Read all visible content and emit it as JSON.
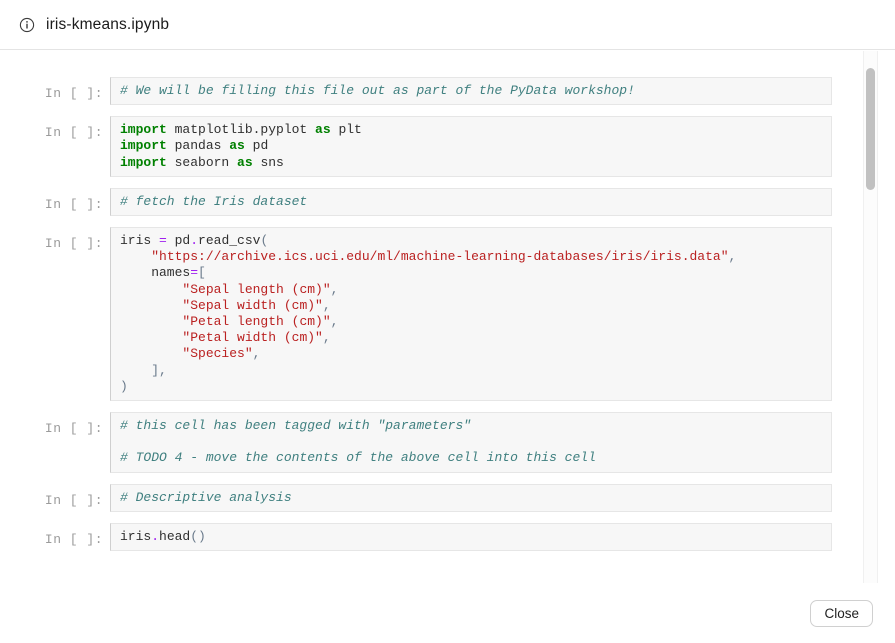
{
  "titlebar": {
    "icon": "info-circle-icon",
    "title": "iris-kmeans.ipynb"
  },
  "notebook": {
    "prompt_label": "In [ ]:",
    "cells": [
      {
        "id": "cell-comment-workshop",
        "prompt": "In [ ]:",
        "lines": [
          [
            {
              "t": "comment",
              "s": "# We will be filling this file out as part of the PyData workshop!"
            }
          ]
        ]
      },
      {
        "id": "cell-imports",
        "prompt": "In [ ]:",
        "lines": [
          [
            {
              "t": "kw",
              "s": "import"
            },
            {
              "t": "plain",
              "s": " matplotlib.pyplot "
            },
            {
              "t": "kw",
              "s": "as"
            },
            {
              "t": "plain",
              "s": " plt"
            }
          ],
          [
            {
              "t": "kw",
              "s": "import"
            },
            {
              "t": "plain",
              "s": " pandas "
            },
            {
              "t": "kw",
              "s": "as"
            },
            {
              "t": "plain",
              "s": " pd"
            }
          ],
          [
            {
              "t": "kw",
              "s": "import"
            },
            {
              "t": "plain",
              "s": " seaborn "
            },
            {
              "t": "kw",
              "s": "as"
            },
            {
              "t": "plain",
              "s": " sns"
            }
          ]
        ]
      },
      {
        "id": "cell-comment-fetch",
        "prompt": "In [ ]:",
        "lines": [
          [
            {
              "t": "comment",
              "s": "# fetch the Iris dataset"
            }
          ]
        ]
      },
      {
        "id": "cell-read-csv",
        "prompt": "In [ ]:",
        "lines": [
          [
            {
              "t": "plain",
              "s": "iris "
            },
            {
              "t": "op",
              "s": "="
            },
            {
              "t": "plain",
              "s": " pd"
            },
            {
              "t": "op",
              "s": "."
            },
            {
              "t": "plain",
              "s": "read_csv"
            },
            {
              "t": "punct",
              "s": "("
            }
          ],
          [
            {
              "t": "plain",
              "s": "    "
            },
            {
              "t": "str",
              "s": "\"https://archive.ics.uci.edu/ml/machine-learning-databases/iris/iris.data\""
            },
            {
              "t": "punct",
              "s": ","
            }
          ],
          [
            {
              "t": "plain",
              "s": "    names"
            },
            {
              "t": "op",
              "s": "="
            },
            {
              "t": "punct",
              "s": "["
            }
          ],
          [
            {
              "t": "plain",
              "s": "        "
            },
            {
              "t": "str",
              "s": "\"Sepal length (cm)\""
            },
            {
              "t": "punct",
              "s": ","
            }
          ],
          [
            {
              "t": "plain",
              "s": "        "
            },
            {
              "t": "str",
              "s": "\"Sepal width (cm)\""
            },
            {
              "t": "punct",
              "s": ","
            }
          ],
          [
            {
              "t": "plain",
              "s": "        "
            },
            {
              "t": "str",
              "s": "\"Petal length (cm)\""
            },
            {
              "t": "punct",
              "s": ","
            }
          ],
          [
            {
              "t": "plain",
              "s": "        "
            },
            {
              "t": "str",
              "s": "\"Petal width (cm)\""
            },
            {
              "t": "punct",
              "s": ","
            }
          ],
          [
            {
              "t": "plain",
              "s": "        "
            },
            {
              "t": "str",
              "s": "\"Species\""
            },
            {
              "t": "punct",
              "s": ","
            }
          ],
          [
            {
              "t": "plain",
              "s": "    "
            },
            {
              "t": "punct",
              "s": "],"
            }
          ],
          [
            {
              "t": "punct",
              "s": ")"
            }
          ]
        ]
      },
      {
        "id": "cell-parameters-tagged",
        "prompt": "In [ ]:",
        "lines": [
          [
            {
              "t": "comment",
              "s": "# this cell has been tagged with \"parameters\""
            }
          ],
          [
            {
              "t": "plain",
              "s": ""
            }
          ],
          [
            {
              "t": "comment",
              "s": "# TODO 4 - move the contents of the above cell into this cell"
            }
          ]
        ]
      },
      {
        "id": "cell-comment-descriptive",
        "prompt": "In [ ]:",
        "lines": [
          [
            {
              "t": "comment",
              "s": "# Descriptive analysis"
            }
          ]
        ]
      },
      {
        "id": "cell-iris-head",
        "prompt": "In [ ]:",
        "lines": [
          [
            {
              "t": "plain",
              "s": "iris"
            },
            {
              "t": "op",
              "s": "."
            },
            {
              "t": "plain",
              "s": "head"
            },
            {
              "t": "punct",
              "s": "()"
            }
          ]
        ]
      }
    ]
  },
  "footer": {
    "close_label": "Close"
  },
  "colors": {
    "comment": "#408080",
    "keyword": "#008000",
    "string": "#ba2121",
    "operator": "#a020f0",
    "punctuation": "#6b7b8c",
    "cell_background": "#f7f7f7",
    "prompt": "#9b9b9b"
  }
}
